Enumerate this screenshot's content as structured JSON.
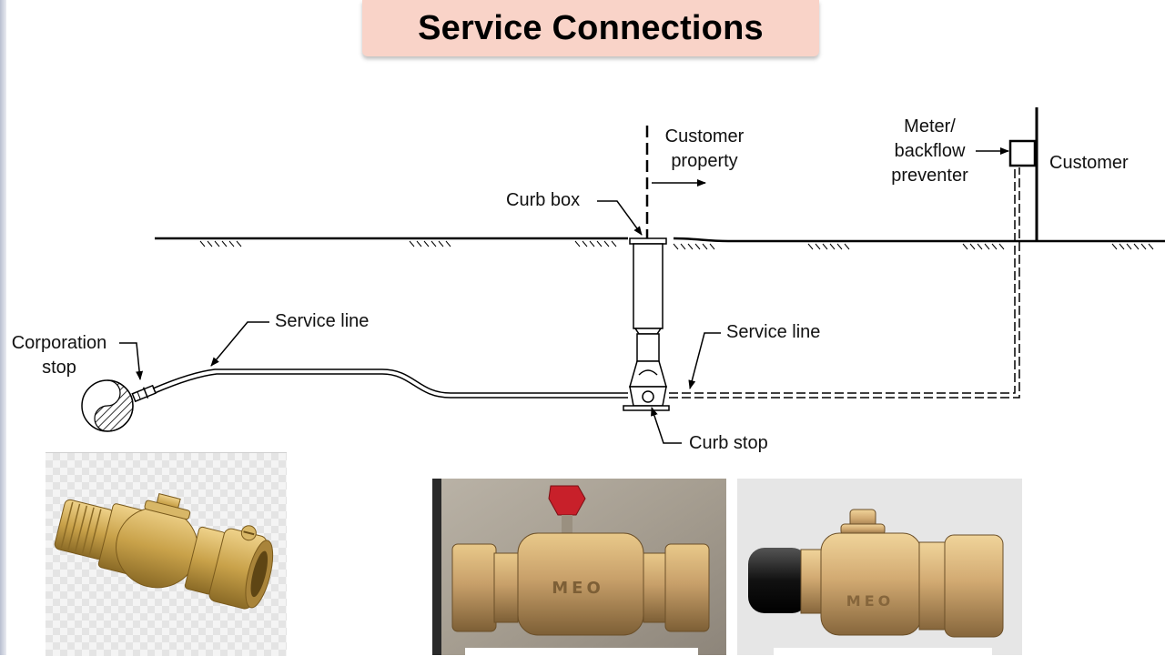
{
  "slide": {
    "title": "Service Connections"
  },
  "labels": {
    "customer_property": [
      "Customer",
      "property"
    ],
    "meter": [
      "Meter/",
      "backflow",
      "preventer"
    ],
    "customer": "Customer",
    "curb_box": "Curb box",
    "service_line_left": "Service line",
    "service_line_right": "Service line",
    "corporation_stop": [
      "Corporation",
      "stop"
    ],
    "curb_stop": "Curb stop"
  },
  "photos": [
    {
      "subject": "corporation stop valve (brass)"
    },
    {
      "subject": "curb stop valve with red handle (brass)"
    },
    {
      "subject": "curb stop valve with black cap (brass)"
    }
  ],
  "colors": {
    "title_bg": "#f9d3c8",
    "brass": "#c9a24a",
    "handle_red": "#c8202a"
  }
}
